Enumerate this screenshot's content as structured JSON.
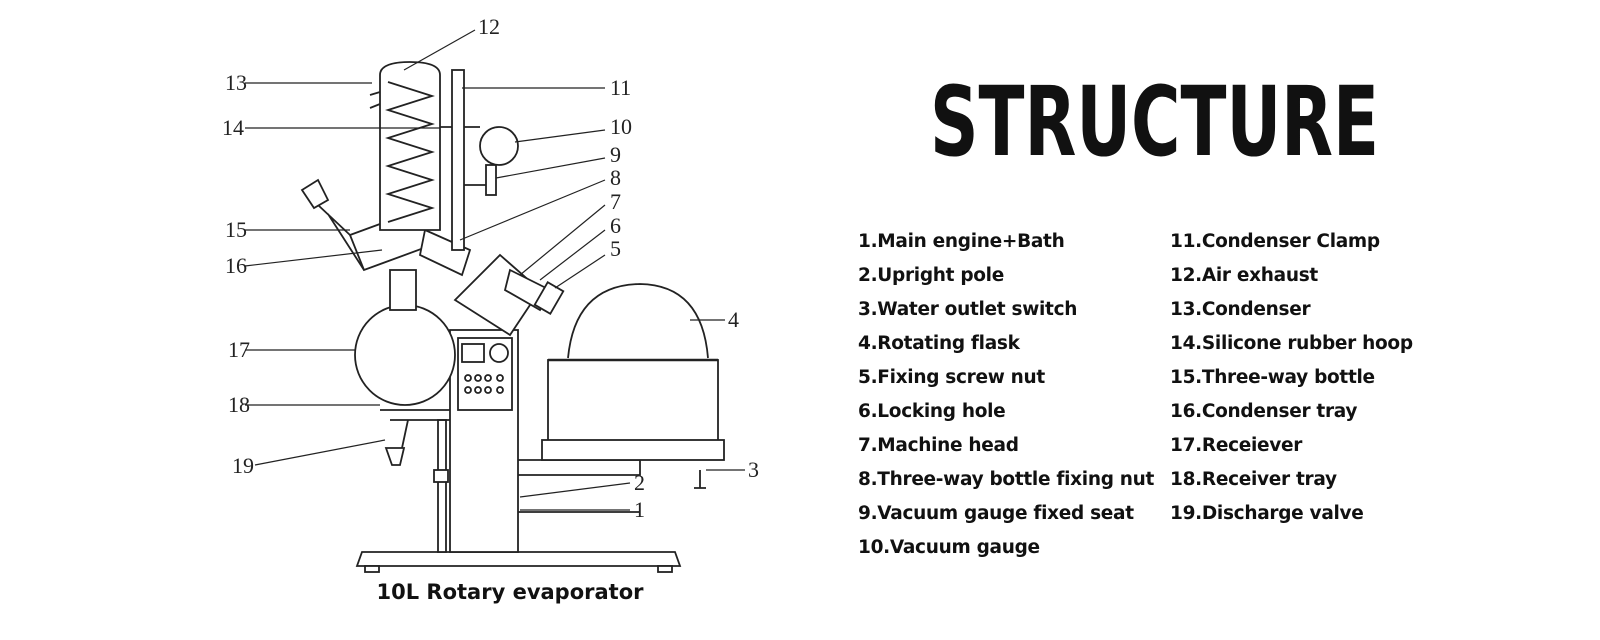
{
  "title": "STRUCTURE",
  "caption": "10L Rotary evaporator",
  "callouts": [
    "1",
    "2",
    "3",
    "4",
    "5",
    "6",
    "7",
    "8",
    "9",
    "10",
    "11",
    "12",
    "13",
    "14",
    "15",
    "16",
    "17",
    "18",
    "19"
  ],
  "legend": [
    {
      "label": "1.Main engine+Bath"
    },
    {
      "label": "2.Upright pole"
    },
    {
      "label": "3.Water outlet switch"
    },
    {
      "label": "4.Rotating flask"
    },
    {
      "label": "5.Fixing screw nut"
    },
    {
      "label": "6.Locking hole"
    },
    {
      "label": "7.Machine head"
    },
    {
      "label": "8.Three-way bottle fixing nut"
    },
    {
      "label": "9.Vacuum gauge fixed seat"
    },
    {
      "label": "10.Vacuum gauge"
    },
    {
      "label": "11.Condenser Clamp"
    },
    {
      "label": "12.Air exhaust"
    },
    {
      "label": "13.Condenser"
    },
    {
      "label": "14.Silicone rubber hoop"
    },
    {
      "label": "15.Three-way bottle"
    },
    {
      "label": "16.Condenser tray"
    },
    {
      "label": "17.Receiever"
    },
    {
      "label": "18.Receiver tray"
    },
    {
      "label": "19.Discharge valve"
    }
  ]
}
